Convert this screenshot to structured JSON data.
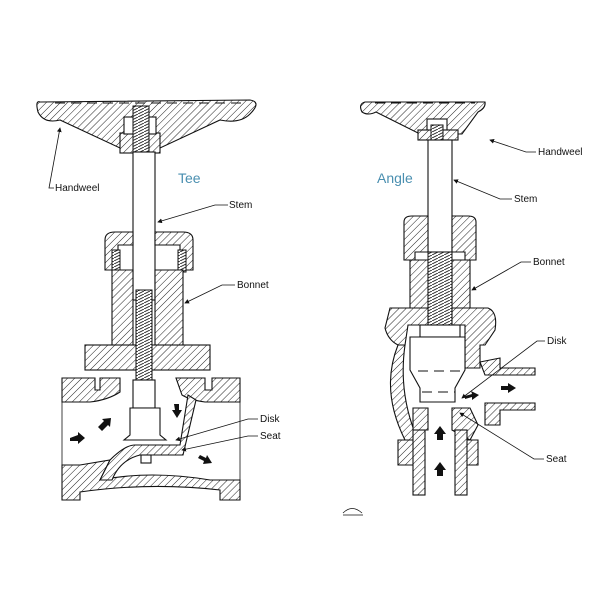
{
  "tee_valve": {
    "title": "Tee",
    "labels": {
      "handwheel": "Handweel",
      "stem": "Stem",
      "bonnet": "Bonnet",
      "disk": "Disk",
      "seat": "Seat"
    }
  },
  "angle_valve": {
    "title": "Angle",
    "labels": {
      "handwheel": "Handweel",
      "stem": "Stem",
      "bonnet": "Bonnet",
      "disk": "Disk",
      "seat": "Seat"
    }
  },
  "colors": {
    "title": "#4a8fb0",
    "line": "#111111"
  }
}
